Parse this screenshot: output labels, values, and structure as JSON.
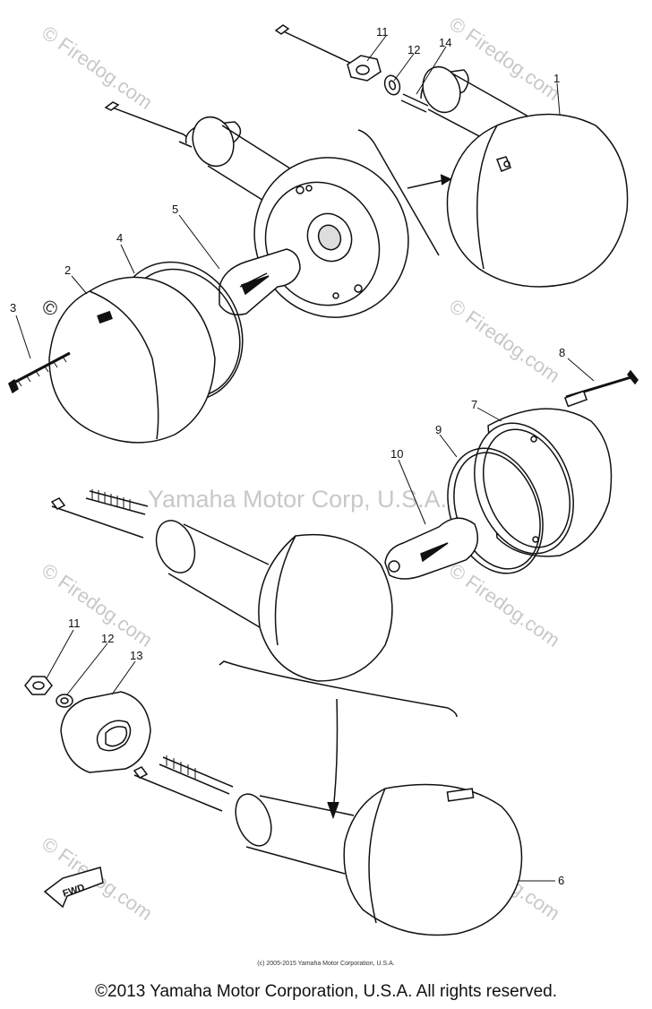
{
  "watermark": {
    "site_text": "© Firedog.com",
    "center_text": "Yamaha Motor Corp, U.S.A."
  },
  "callouts": {
    "c1": "1",
    "c2": "2",
    "c3": "3",
    "c4": "4",
    "c5": "5",
    "c6": "6",
    "c7": "7",
    "c8": "8",
    "c9": "9",
    "c10": "10",
    "c11_top": "11",
    "c12_top": "12",
    "c13": "13",
    "c14": "14",
    "c11_bottom": "11",
    "c12_bottom": "12"
  },
  "fwd_label": "FWD",
  "small_credit": "(c) 2005-2015 Yamaha Motor Corporation, U.S.A.",
  "copyright": "©2013 Yamaha Motor Corporation, U.S.A. All rights reserved."
}
